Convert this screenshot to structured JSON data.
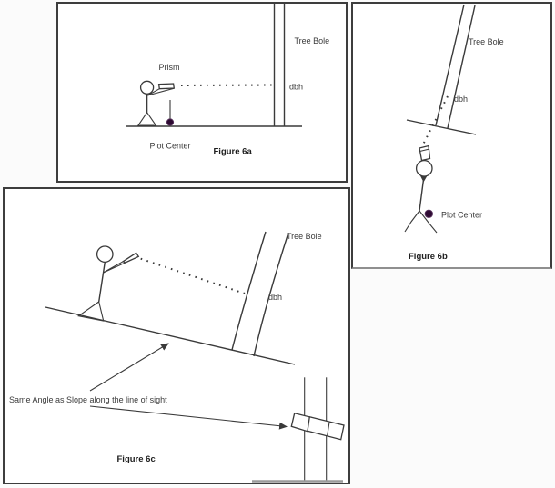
{
  "document": {
    "type": "forestry-prism-sampling-diagram",
    "background_color": "#fbfbfb",
    "line_color": "#3a3a3a",
    "plot_center_dot_color": "#2e0a33",
    "ground_shadow_color": "#9a9a9a"
  },
  "figures": {
    "fig6a": {
      "caption": "Figure 6a",
      "labels": {
        "prism": "Prism",
        "tree_bole": "Tree Bole",
        "dbh": "dbh",
        "plot_center": "Plot Center"
      }
    },
    "fig6b": {
      "caption": "Figure 6b",
      "labels": {
        "tree_bole": "Tree Bole",
        "dbh": "dbh",
        "plot_center": "Plot Center"
      }
    },
    "fig6c": {
      "caption": "Figure 6c",
      "labels": {
        "tree_bole": "Tree Bole",
        "dbh": "dbh",
        "annotation": "Same Angle as Slope along the line of sight"
      }
    }
  }
}
